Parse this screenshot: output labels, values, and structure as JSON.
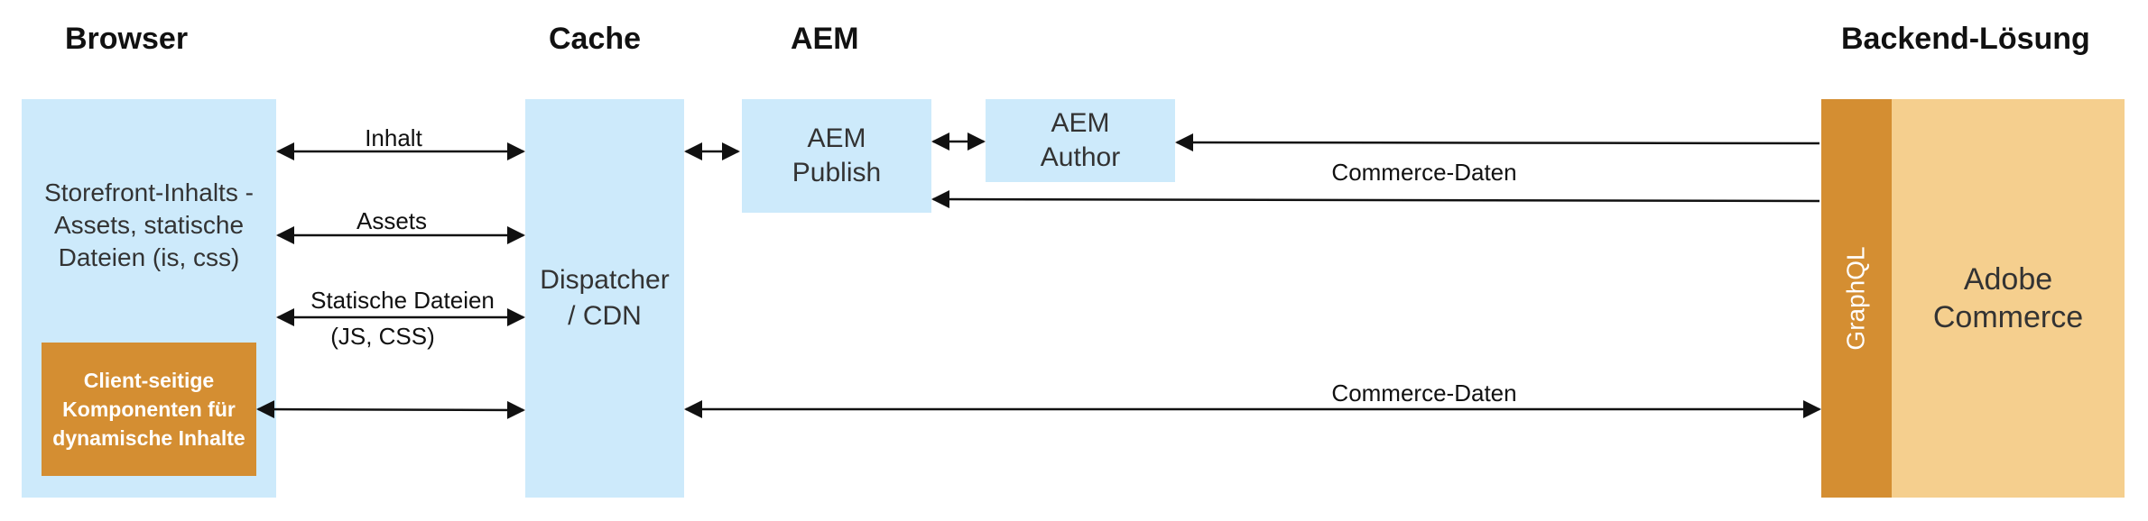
{
  "headers": {
    "browser": "Browser",
    "cache": "Cache",
    "aem": "AEM",
    "backend": "Backend-Lösung"
  },
  "boxes": {
    "storefront": "Storefront-Inhalts -Assets, statische Dateien (is, css)",
    "client_components": "Client-seitige Komponenten für dynamische Inhalte",
    "dispatcher": "Dispatcher / CDN",
    "aem_publish": "AEM Publish",
    "aem_author": "AEM Author",
    "graphql": "GraphQL",
    "adobe_commerce": "Adobe Commerce"
  },
  "connections": {
    "inhalt": "Inhalt",
    "assets": "Assets",
    "statische_dateien": "Statische Dateien",
    "statische_dateien_sub": "(JS, CSS)",
    "commerce_daten_top": "Commerce-Daten",
    "commerce_daten_bottom": "Commerce-Daten"
  },
  "colors": {
    "light_blue": "#cdeafb",
    "orange": "#d48e32",
    "light_orange": "#f5cf8e"
  }
}
